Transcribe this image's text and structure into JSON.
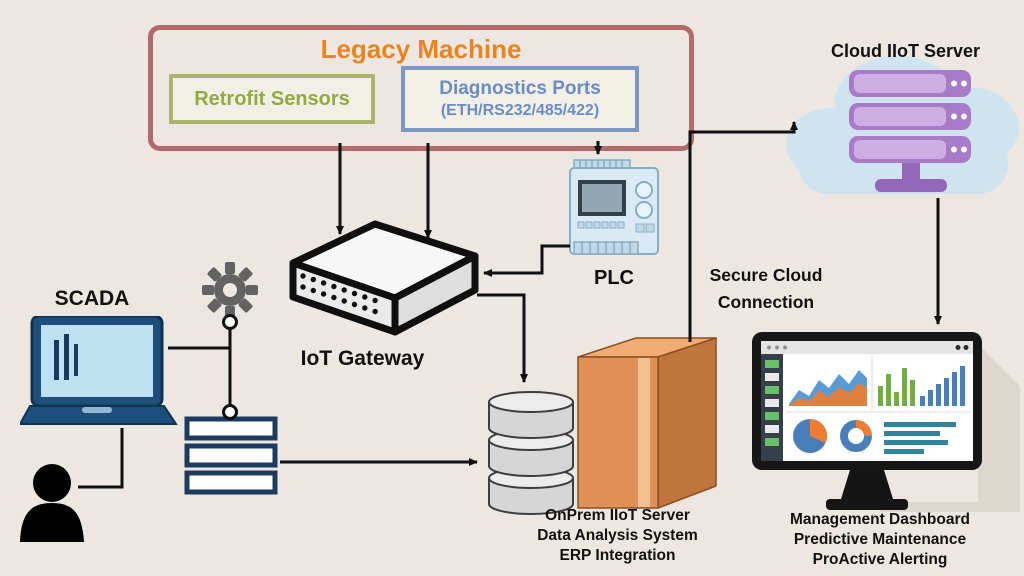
{
  "colors": {
    "bg": "#ece8e1",
    "text": "#111111",
    "line": "#111111",
    "legacy-border": "#b26a6a",
    "legacy-title": "#ea8420",
    "sensor-border": "#a9b46c",
    "sensor-text": "#94a93e",
    "diag-border": "#7c98c5",
    "diag-text": "#6b8cc4",
    "cloud-fill": "#cfe3f0",
    "server-purple": "#a87bc8",
    "server-purple-light": "#cfaee4",
    "server-purple-dark": "#9468b8",
    "orange-front": "#e19155",
    "orange-side": "#c0763c",
    "orange-top": "#f0ac73"
  },
  "legacy": {
    "title": "Legacy Machine",
    "retrofit_label": "Retrofit Sensors",
    "diag_line1": "Diagnostics Ports",
    "diag_line2": "(ETH/RS232/485/422)"
  },
  "nodes": {
    "cloud_server": {
      "label": "Cloud IIoT Server"
    },
    "scada": {
      "label": "SCADA"
    },
    "iot_gateway": {
      "label": "IoT Gateway"
    },
    "plc": {
      "label": "PLC"
    },
    "secure_cloud": {
      "line1": "Secure Cloud",
      "line2": "Connection"
    },
    "onprem_server": {
      "line1": "OnPrem IIoT Server",
      "line2": "Data Analysis System",
      "line3": "ERP Integration"
    },
    "dashboard": {
      "line1": "Management Dashboard",
      "line2": "Predictive Maintenance",
      "line3": "ProActive Alerting"
    }
  }
}
